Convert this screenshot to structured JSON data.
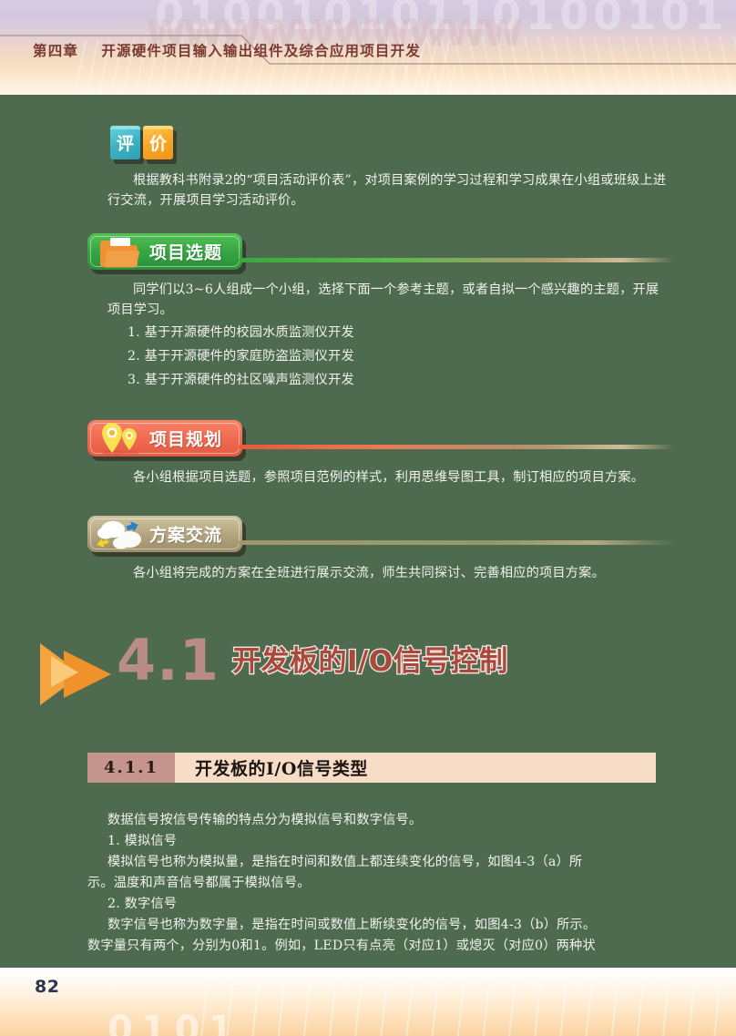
{
  "header": {
    "chapter": "第四章",
    "title": "开源硬件项目输入输出组件及综合应用项目开发",
    "watermark": "01001010110100101",
    "wavemark": "WWWWWWWWWW"
  },
  "evaluation": {
    "badge_char_1": "评",
    "badge_char_2": "价",
    "paragraph": "根据教科书附录2的“项目活动评价表”，对项目案例的学习过程和学习成果在小组或班级上进行交流，开展项目学习活动评价。"
  },
  "sections": [
    {
      "id": "project-topic",
      "label": "项目选题",
      "icon": "folder-icon",
      "paragraph": "同学们以3~6人组成一个小组，选择下面一个参考主题，或者自拟一个感兴趣的主题，开展项目学习。",
      "list": [
        "1. 基于开源硬件的校园水质监测仪开发",
        "2. 基于开源硬件的家庭防盗监测仪开发",
        "3. 基于开源硬件的社区噪声监测仪开发"
      ]
    },
    {
      "id": "project-plan",
      "label": "项目规划",
      "icon": "map-pin-icon",
      "paragraph": "各小组根据项目选题，参照项目范例的样式，利用思维导图工具，制订相应的项目方案。"
    },
    {
      "id": "plan-exchange",
      "label": "方案交流",
      "icon": "cloud-sync-icon",
      "paragraph": "各小组将完成的方案在全班进行展示交流，师生共同探讨、完善相应的项目方案。"
    }
  ],
  "big_section": {
    "icon": "play-triangle-icon",
    "number": "4.1",
    "title": "开发板的I/O信号控制"
  },
  "subsection": {
    "number": "4.1.1",
    "title": "开发板的I/O信号类型"
  },
  "content": {
    "intro": "数据信号按信号传输的特点分为模拟信号和数字信号。",
    "h1": "1. 模拟信号",
    "p1_line1": "模拟信号也称为模拟量，是指在时间和数值上都连续变化的信号，如图4-3（a）所",
    "p1_line2": "示。温度和声音信号都属于模拟信号。",
    "h2": "2. 数字信号",
    "p2_line1": "数字信号也称为数字量，是指在时间或数值上断续变化的信号，如图4-3（b）所示。",
    "p2_line2": "数字量只有两个，分别为0和1。例如，LED只有点亮（对应1）或熄灭（对应0）两种状"
  },
  "footer": {
    "page_number": "82",
    "watermark": "0101"
  },
  "colors": {
    "page_background": "#4e6b4f",
    "header_top": "#d7cbe0",
    "header_bottom": "#fdf6ea",
    "green_badge": "#35a542",
    "coral_badge": "#ef6a50",
    "khaki_badge": "#b3a67f",
    "accent_rose": "#c5948c",
    "title_red": "#a8493c",
    "banner_peach": "#f8ddc6"
  }
}
